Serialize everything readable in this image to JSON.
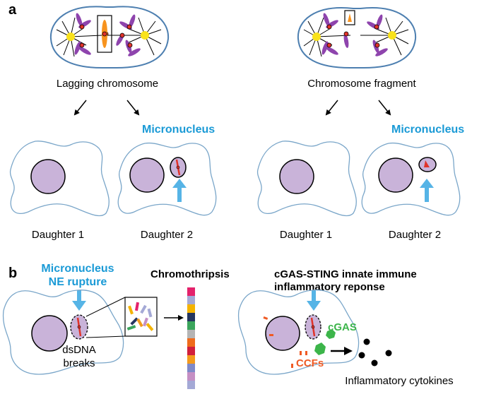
{
  "panels": {
    "a": "a",
    "b": "b"
  },
  "panel_a": {
    "left": {
      "title": "Lagging chromosome",
      "micronucleus": "Micronucleus",
      "daughter1": "Daughter 1",
      "daughter2": "Daughter 2"
    },
    "right": {
      "title": "Chromosome fragment",
      "micronucleus": "Micronucleus",
      "daughter1": "Daughter 1",
      "daughter2": "Daughter 2"
    }
  },
  "panel_b": {
    "left": {
      "micronucleus_line1": "Micronucleus",
      "micronucleus_line2": "NE rupture",
      "chromothripsis": "Chromothripsis",
      "dsdna_line1": "dsDNA",
      "dsdna_line2": "breaks"
    },
    "right": {
      "title_line1": "cGAS-STING innate immune",
      "title_line2": "inflammatory reponse",
      "cgas": "cGAS",
      "ccfs": "CCFs",
      "cytokines": "Inflammatory cytokines"
    }
  },
  "colors": {
    "cell_outline": "#7aa6c9",
    "nucleus_fill": "#c9b3d9",
    "chromosome_purple": "#9b59b6",
    "chromosome_orange": "#f7931e",
    "centromere_red": "#e0332a",
    "centrosome_yellow": "#f9e21b",
    "arrow_blue": "#56b4e6",
    "text_blue": "#1a9ad6",
    "cgas_green": "#3cb54a",
    "ccf_orange": "#ef5a24"
  },
  "chromothripsis_bar_colors": [
    "#e4226b",
    "#a4a9d6",
    "#f4b300",
    "#25365f",
    "#3ba55c",
    "#b4b4b4",
    "#ef6b1b",
    "#d11f3c",
    "#f39a1d",
    "#7f8ac9",
    "#c58fc4",
    "#a4a9d6"
  ]
}
